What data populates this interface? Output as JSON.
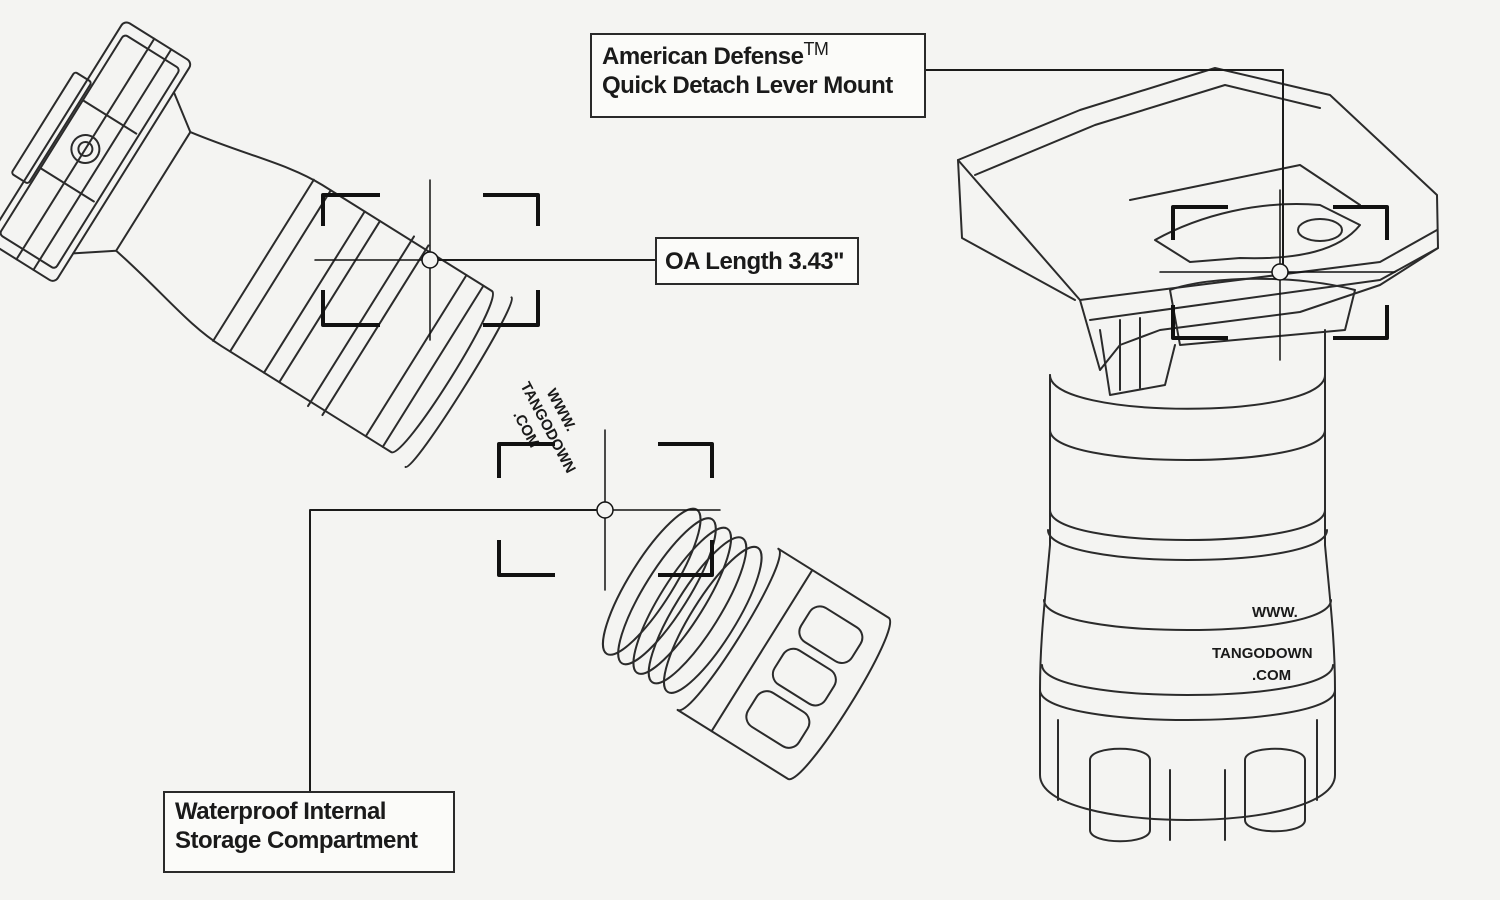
{
  "callouts": {
    "mount": {
      "line1": "American Defense",
      "trademark": "TM",
      "line2": "Quick Detach Lever Mount"
    },
    "length": {
      "text": "OA Length 3.43\""
    },
    "storage": {
      "line1": "Waterproof Internal",
      "line2": "Storage Compartment"
    }
  },
  "product_markings": {
    "left_grip": [
      "WWW.",
      "TANGODOWN",
      ".COM"
    ],
    "right_grip": [
      "WWW.",
      "TANGODOWN",
      ".COM"
    ]
  },
  "colors": {
    "background": "#f4f4f2",
    "line_art": "#2b2b2b",
    "leader": "#1a1a1a"
  }
}
